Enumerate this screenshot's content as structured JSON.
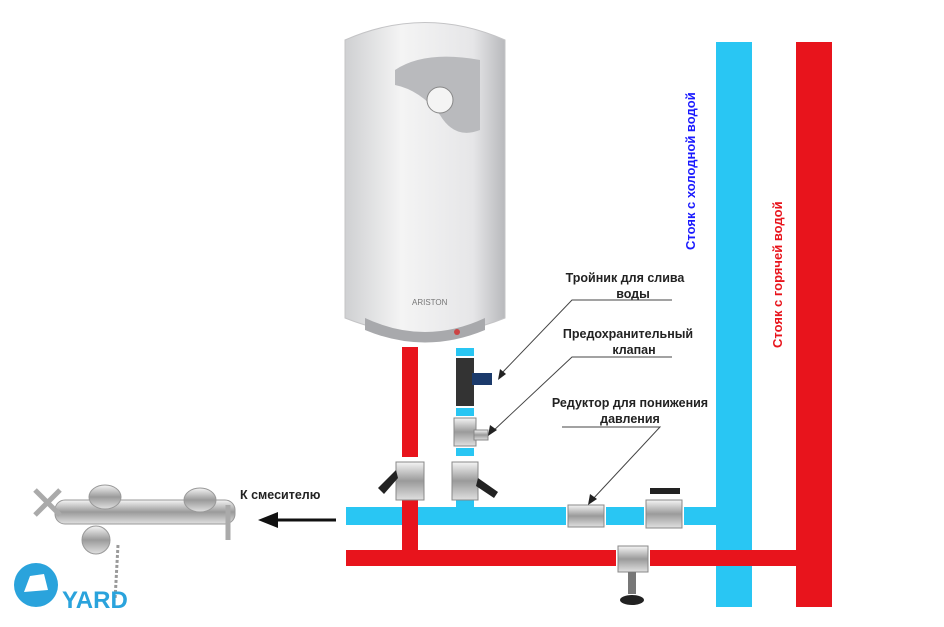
{
  "heater": {
    "brand": "ARISTON"
  },
  "labels": {
    "cold_riser": "Стояк с холодной водой",
    "hot_riser": "Стояк с горячей водой",
    "tee_line1": "Тройник для слива",
    "tee_line2": "воды",
    "valve_line1": "Предохранительный",
    "valve_line2": "клапан",
    "reducer_line1": "Редуктор для понижения",
    "reducer_line2": "давления",
    "to_mixer": "К смесителю"
  },
  "logo": {
    "text": "YARD"
  },
  "colors": {
    "cold": "#29c6f3",
    "hot": "#e8141c",
    "cold_text": "#1a1aff",
    "hot_text": "#e8141c"
  }
}
